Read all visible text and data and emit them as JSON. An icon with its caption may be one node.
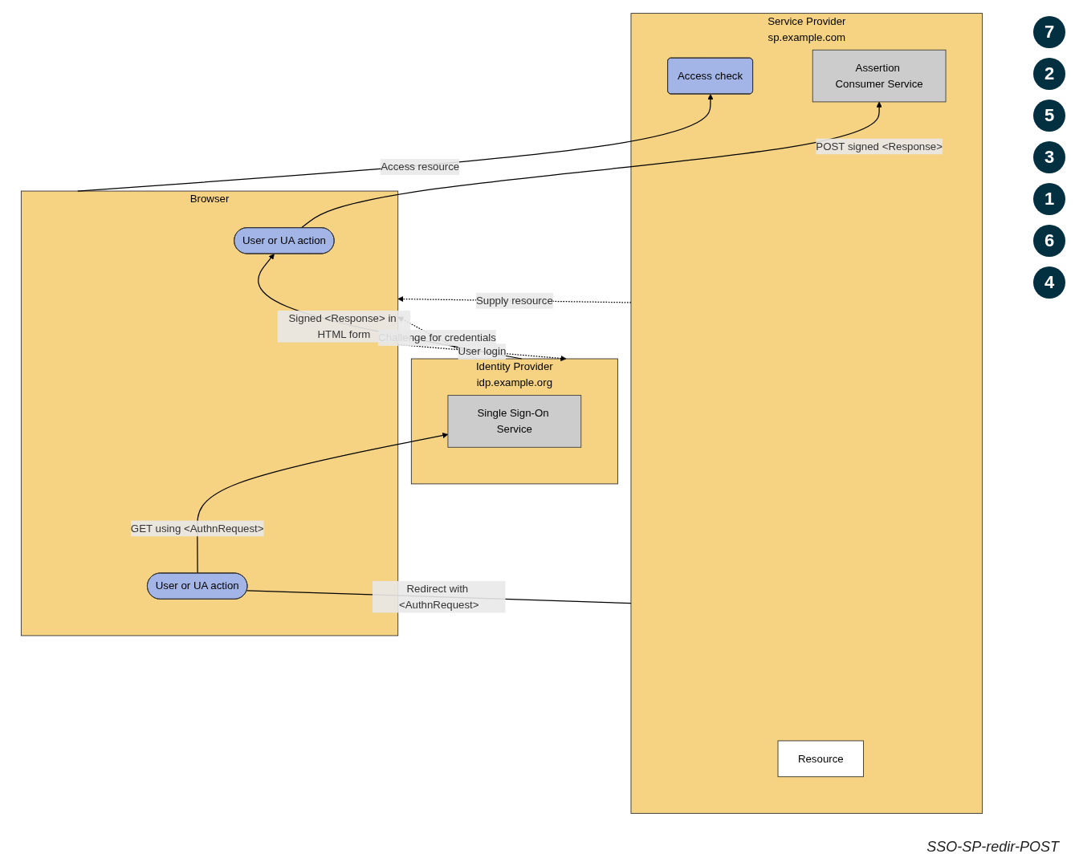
{
  "diagram": {
    "caption": "SSO-SP-redir-POST",
    "nodes": [
      {
        "text": [
          "Service Provider",
          "sp.example.com"
        ]
      },
      {
        "text": [
          "Resource"
        ],
        "in": 0
      },
      {
        "text": [
          "Access check"
        ],
        "in": 0
      },
      {
        "text": [
          "Assertion Consumer Service"
        ],
        "in": 0
      },
      {
        "text": [
          "Identity Provider",
          "idp.example.org"
        ]
      },
      {
        "text": [
          "Single Sign-On Service"
        ],
        "in": 4
      },
      {
        "text": [
          "Browser"
        ]
      },
      {
        "text": [
          "User or UA action"
        ],
        "in": 6
      },
      {
        "text": [
          "User or UA action"
        ],
        "in": 6
      }
    ],
    "edges": [
      {
        "from": 6,
        "to": 2,
        "arrow": "to",
        "label": "Access resource"
      },
      {
        "from": 0,
        "to": 8,
        "arrow": "none",
        "label": "Redirect with <AuthnRequest>"
      },
      {
        "from": 8,
        "to": 5,
        "arrow": "to",
        "label": "GET using <AuthnRequest>"
      },
      {
        "from": 4,
        "to": 6,
        "arrow": "to",
        "label": "Challenge for credentials",
        "style": "dashed"
      },
      {
        "from": 6,
        "to": 4,
        "arrow": "to",
        "label": "User login",
        "style": "dashed"
      },
      {
        "from": 4,
        "to": 7,
        "arrow": "to",
        "label": "Signed <Response> in HTML form"
      },
      {
        "from": 7,
        "to": 3,
        "arrow": "to",
        "label": "POST signed <Response>"
      },
      {
        "from": 0,
        "to": 6,
        "arrow": "to",
        "label": "Supply resource",
        "style": "dashed"
      }
    ],
    "labels": [
      "7",
      "2",
      "5",
      "3",
      "1",
      "6",
      "4"
    ]
  }
}
